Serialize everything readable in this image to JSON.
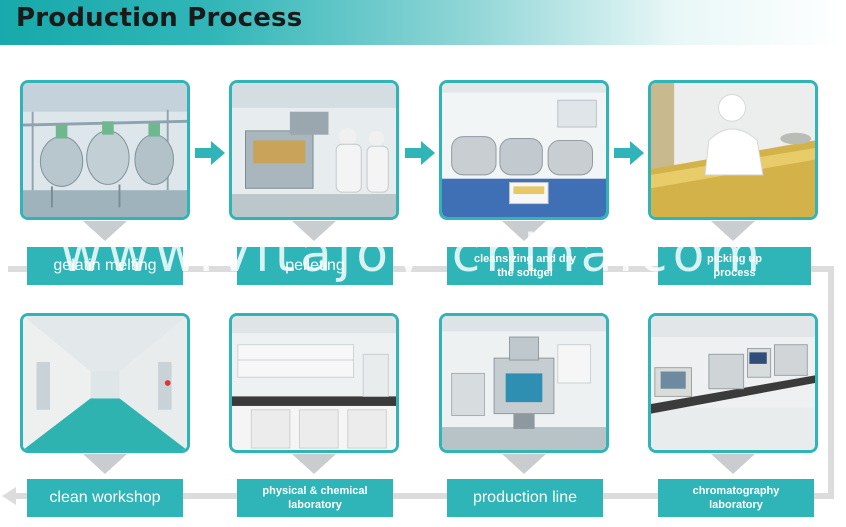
{
  "header": {
    "title": "Production Process"
  },
  "watermark": "www.vitajoy-china.com",
  "steps": [
    {
      "label": "gelatin melting",
      "photo": "gelatin-melting-photo"
    },
    {
      "label": "pelleting",
      "photo": "pelleting-photo"
    },
    {
      "label": "cleansizing and dry the softgel",
      "photo": "cleansizing-photo"
    },
    {
      "label": "picking up process",
      "photo": "picking-up-photo"
    },
    {
      "label": "clean workshop",
      "photo": "clean-workshop-photo"
    },
    {
      "label": "physical & chemical laboratory",
      "photo": "laboratory-photo"
    },
    {
      "label": "production line",
      "photo": "production-line-photo"
    },
    {
      "label": "chromatography laboratory",
      "photo": "chromatography-photo"
    }
  ],
  "icons": {
    "step_arrow": "right-arrow-icon",
    "flow_tip": "left-arrow-icon"
  },
  "colors": {
    "accent": "#2fb4b7",
    "flow_line": "#dcdcdc",
    "pointer": "#c9cdcf"
  }
}
